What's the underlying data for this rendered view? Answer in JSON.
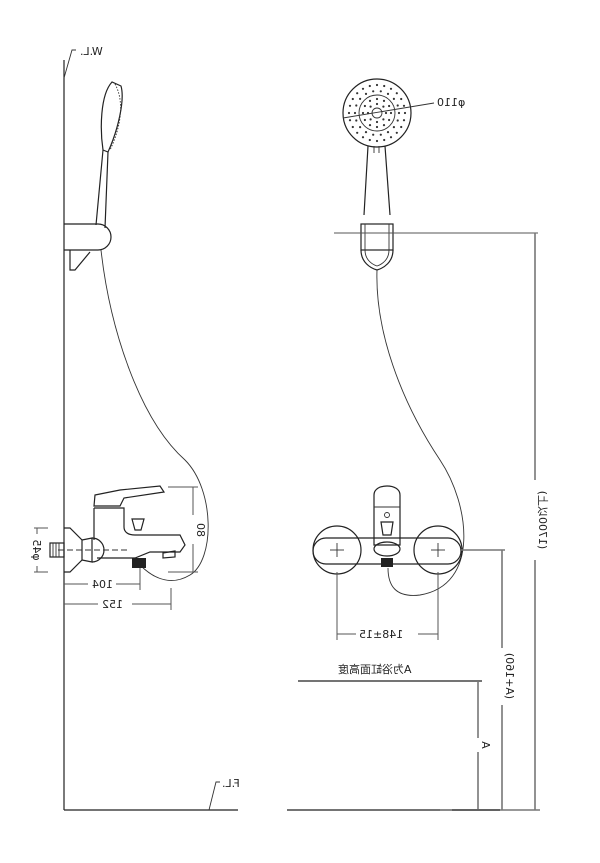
{
  "drawing": {
    "title": "Wall-mounted bath/shower mixer installation drawing",
    "mirrored": true,
    "labels": {
      "wall_line": "W.L.",
      "floor_line": "F.L.",
      "showerhead_diameter": "φ110",
      "tub_height_note": "A为浴缸面高度",
      "dim_A": "A",
      "dim_A_plus_160": "(A+160)",
      "dim_1700_min": "(1700以上)",
      "dim_centers": "148±15",
      "dim_104": "104",
      "dim_152": "152",
      "dim_80": "80",
      "dim_inlet_diameter": "φ45"
    }
  }
}
